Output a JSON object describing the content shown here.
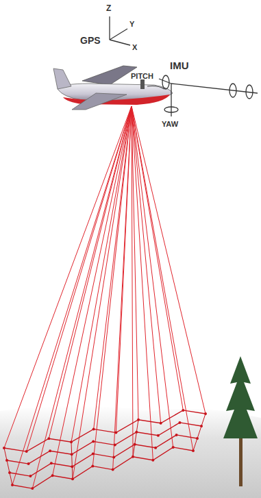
{
  "diagram": {
    "labels": [
      "Z",
      "Y",
      "GPS",
      "X",
      "PITCH",
      "IMU",
      "YAW"
    ]
  }
}
